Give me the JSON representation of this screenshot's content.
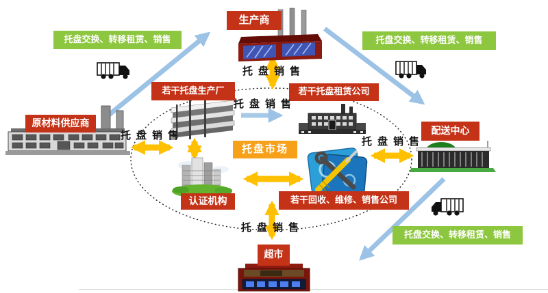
{
  "diagram": {
    "type": "pallet-circulation-flow-diagram"
  },
  "colors": {
    "green_label_bg": "#8DC63F",
    "red_label_bg": "#C43318",
    "orange_label_bg": "#F7A11A",
    "yellow_arrow": "#FFC000",
    "blue_arrow": "#9CC2E5",
    "flow_text": "#141414"
  },
  "edge_labels": {
    "top_left": "托盘交换、转移租赁、销售",
    "top_right": "托盘交换、转移租赁、销售",
    "bottom_right": "托盘交换、转移租赁、销售"
  },
  "nodes": {
    "producer": "生产商",
    "raw_material_supplier": "原材料供应商",
    "pallet_plants": "若干托盘生产厂",
    "pallet_leasing": "若干托盘租赁公司",
    "pallet_market": "托盘市场",
    "certification": "认证机构",
    "recycle_repair_sales": "若干回收、维修、销售公司",
    "distribution_center": "配送中心",
    "supermarket": "超市"
  },
  "flow_labels": {
    "top": "托盘销售",
    "center": "托盘销售",
    "left": "托盘销售",
    "right": "托盘销售",
    "bottom": "托盘销售"
  }
}
